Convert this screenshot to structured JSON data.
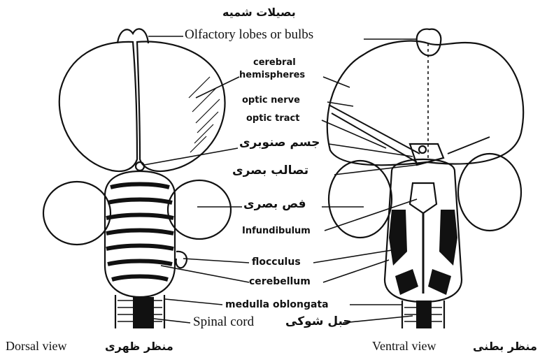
{
  "header": {
    "persian_title": "بصیلات شمیه"
  },
  "labels": {
    "olfactory": "Olfactory lobes or bulbs",
    "cerebral_1": "cerebral",
    "cerebral_2": "hemispheres",
    "optic_nerve": "optic nerve",
    "optic_tract": "optic tract",
    "pineal_fa": "جسم صنوبری",
    "chiasma_fa": "تصالب بصری",
    "optic_lobe_fa": "فص بصری",
    "infundibulum": "Infundibulum",
    "flocculus": "flocculus",
    "cerebellum": "cerebellum",
    "medulla": "medulla oblongata",
    "spinal_cord": "Spinal cord",
    "spinal_cord_fa": "حبل شوکی"
  },
  "footer": {
    "dorsal_en": "Dorsal view",
    "dorsal_fa": "منظر ظهری",
    "ventral_en": "Ventral view",
    "ventral_fa": "منظر بطنی"
  },
  "colors": {
    "ink": "#111111",
    "background": "#ffffff"
  }
}
